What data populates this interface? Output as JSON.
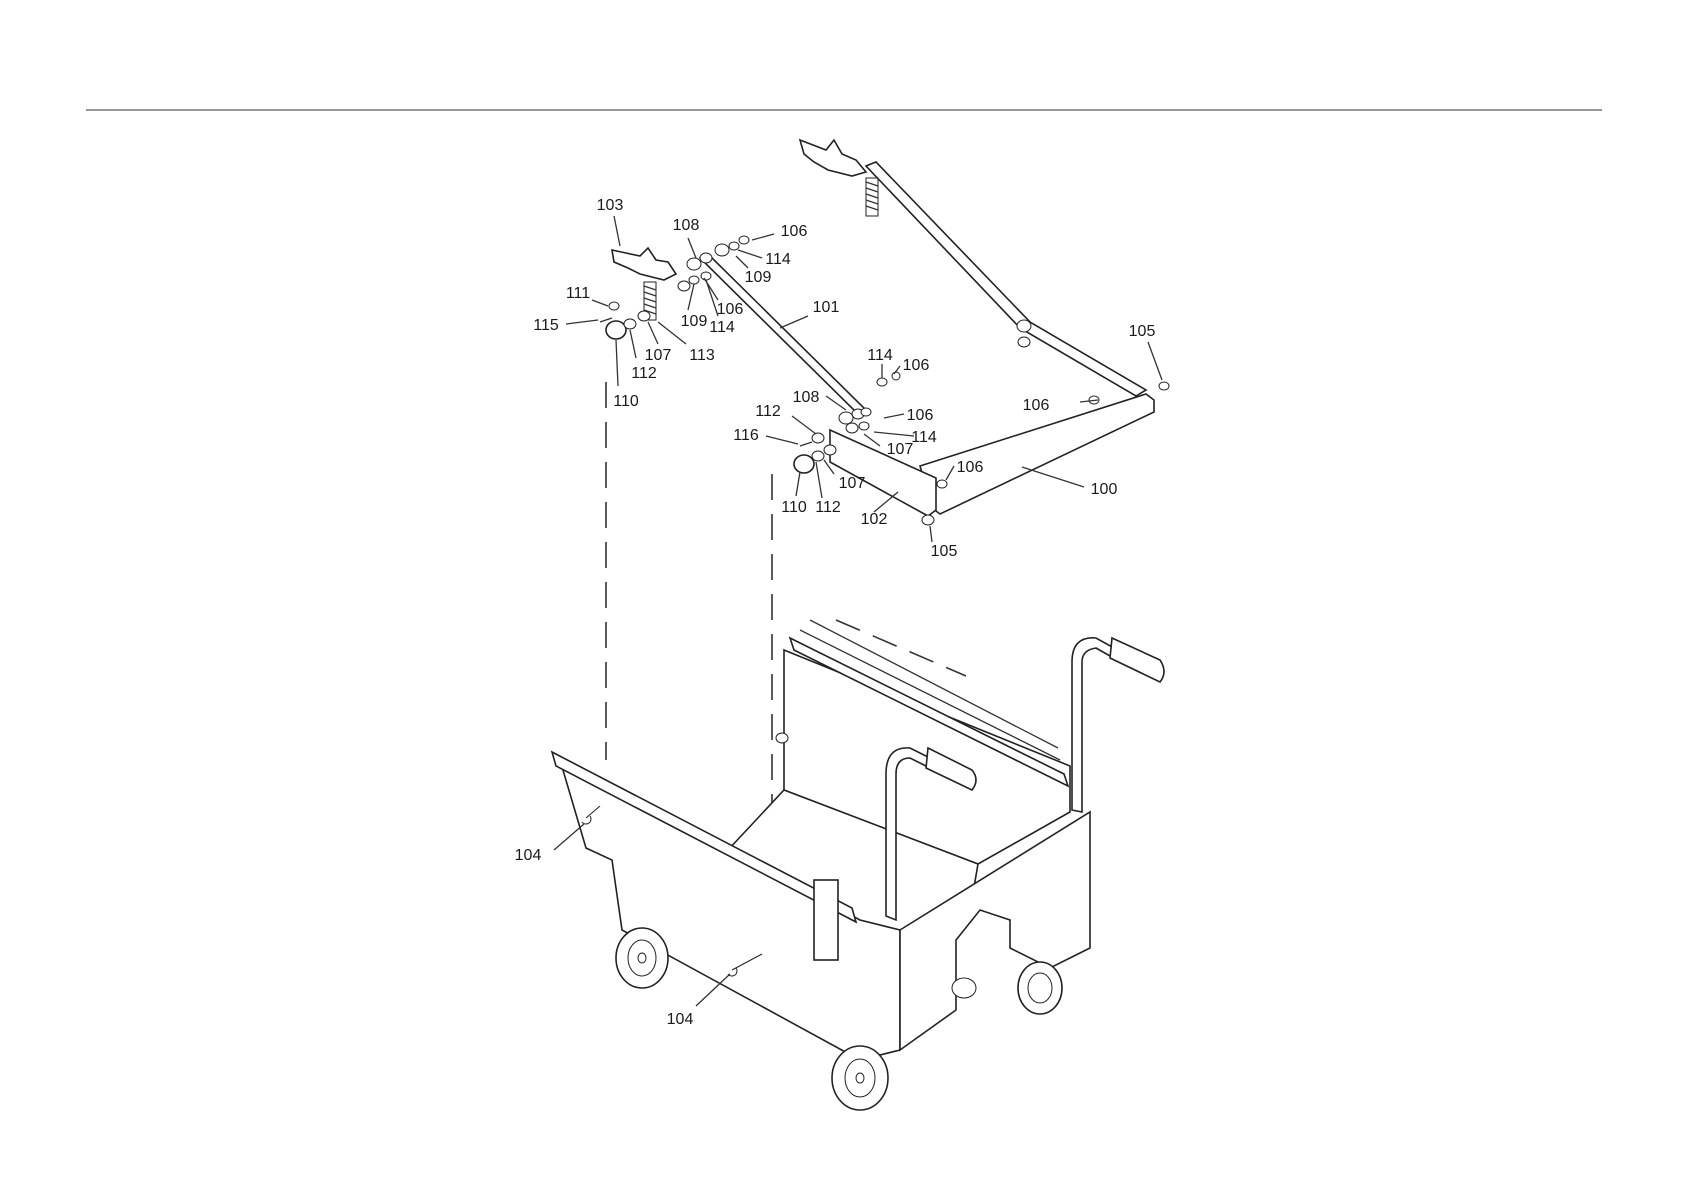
{
  "callouts": {
    "c100": "100",
    "c101": "101",
    "c102": "102",
    "c103": "103",
    "c104a": "104",
    "c104b": "104",
    "c105a": "105",
    "c105b": "105",
    "c106a": "106",
    "c106b": "106",
    "c106c": "106",
    "c106d": "106",
    "c106e": "106",
    "c106f": "106",
    "c107a": "107",
    "c107b": "107",
    "c107c": "107",
    "c108a": "108",
    "c108b": "108",
    "c109a": "109",
    "c109b": "109",
    "c110a": "110",
    "c110b": "110",
    "c111": "111",
    "c112a": "112",
    "c112b": "112",
    "c112c": "112",
    "c113": "113",
    "c114a": "114",
    "c114b": "114",
    "c114c": "114",
    "c114d": "114",
    "c115": "115",
    "c116": "116"
  }
}
